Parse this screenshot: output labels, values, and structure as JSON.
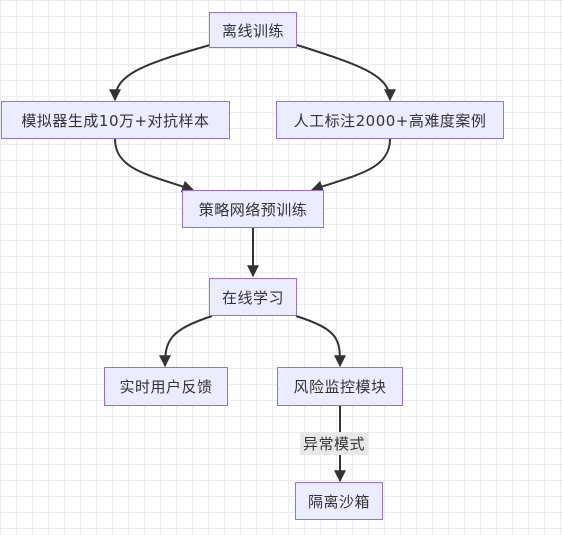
{
  "nodes": {
    "offline_training": "离线训练",
    "simulator": "模拟器生成10万+对抗样本",
    "manual_labeling": "人工标注2000+高难度案例",
    "policy_pretrain": "策略网络预训练",
    "online_learning": "在线学习",
    "realtime_feedback": "实时用户反馈",
    "risk_monitor": "风险监控模块",
    "sandbox": "隔离沙箱"
  },
  "edges": {
    "anomaly_label": "异常模式"
  },
  "colors": {
    "node_fill": "#ececff",
    "node_border": "#9370db",
    "edge": "#333333",
    "text": "#333333"
  }
}
